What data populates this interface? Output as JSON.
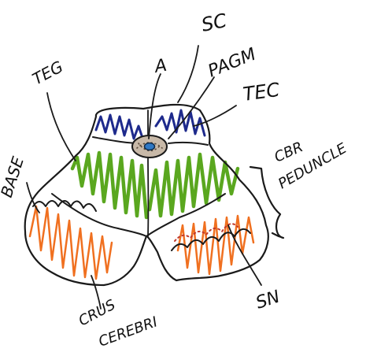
{
  "labels": {
    "sc": "SC",
    "pagm": "PAGM",
    "tec": "TEC",
    "a": "A",
    "teg": "TEG",
    "base": "BASE",
    "cbr": "CBR",
    "peduncle": "PEDUNCLE",
    "sn": "SN",
    "crus": "CRUS",
    "cerebri": "CEREBRI"
  },
  "colors": {
    "outline": "#1a1a1a",
    "tectum": "#1e2a8c",
    "tegmentum": "#5aa71f",
    "base": "#f07020",
    "sn_dots": "#c0392b",
    "pag": "#c8b9a8",
    "aqueduct": "#2f78c4"
  }
}
